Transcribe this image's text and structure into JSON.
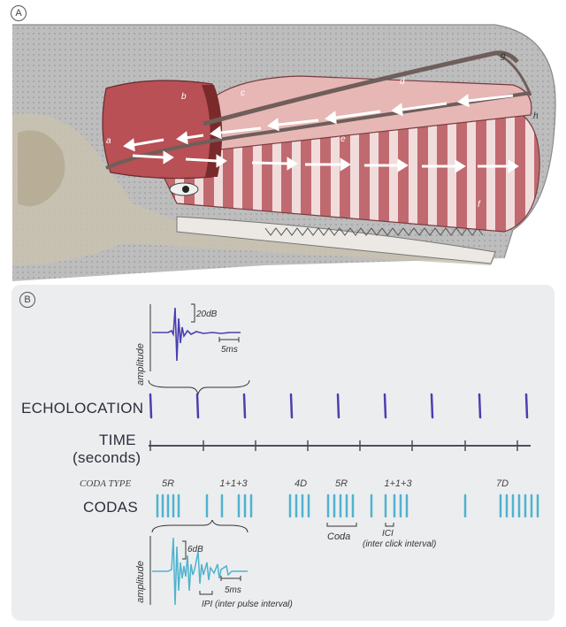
{
  "panel_a": {
    "letter": "A",
    "labels": {
      "a": "a",
      "b": "b",
      "c": "c",
      "d": "d",
      "e": "e",
      "f": "f",
      "g": "g",
      "h": "h"
    }
  },
  "panel_b": {
    "letter": "B",
    "echolocation_label": "ECHOLOCATION",
    "time_label_line1": "TIME",
    "time_label_line2": "(seconds)",
    "codas_label": "CODAS",
    "coda_type_label": "CODA TYPE",
    "coda_types": [
      "5R",
      "1+1+3",
      "4D",
      "5R",
      "1+1+3",
      "7D"
    ],
    "inset_top": {
      "y_label": "amplitude",
      "db_label": "20dB",
      "time_label": "5ms"
    },
    "inset_bottom": {
      "y_label": "amplitude",
      "db_label": "6dB",
      "time_label": "5ms",
      "ipi_label": "IPI (inter pulse interval)"
    },
    "coda_bracket_label": "Coda",
    "ici_label": "ICI",
    "ici_sub_label": "(inter click interval)",
    "colors": {
      "echolocation": "#4b3fb0",
      "codas": "#4fb3cf",
      "timeline": "#4a4f5c"
    }
  }
}
